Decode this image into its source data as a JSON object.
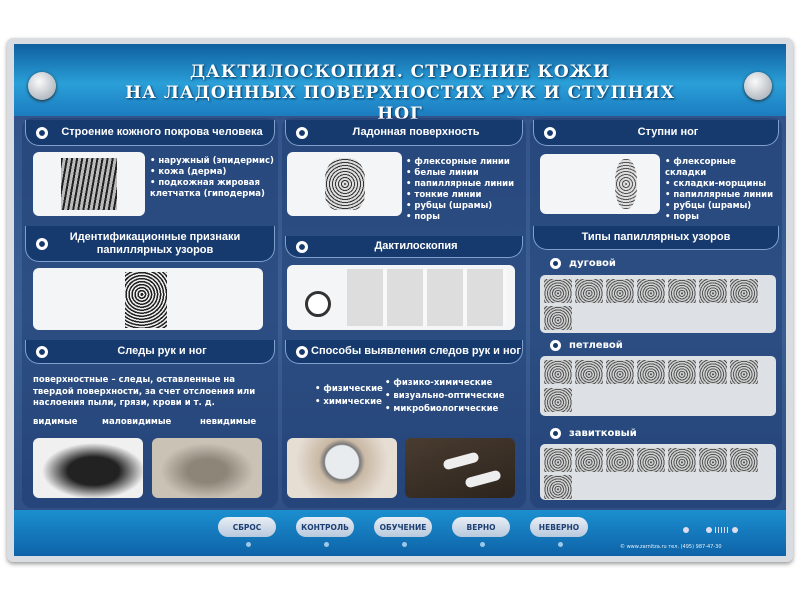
{
  "title": {
    "line1": "ДАКТИЛОСКОПИЯ. СТРОЕНИЕ КОЖИ",
    "line2": "НА ЛАДОННЫХ ПОВЕРХНОСТЯХ РУК И СТУПНЯХ НОГ"
  },
  "left": {
    "skin": {
      "title": "Строение кожного покрова человека",
      "items": [
        "наружный (эпидермис)",
        "кожа (дерма)",
        "подкожная жировая клетчатка (гиподерма)"
      ]
    },
    "ident": {
      "title": "Идентификационные признаки папиллярных узоров"
    },
    "traces": {
      "title": "Следы рук и ног",
      "text": "поверхностные – следы, оставленные на твердой поверхности, за счет отслоения или наслоения пыли, грязи, крови и т. д.",
      "types": [
        "видимые",
        "маловидимые",
        "невидимые"
      ]
    }
  },
  "middle": {
    "palm": {
      "title": "Ладонная поверхность",
      "items": [
        "флексорные линии",
        "белые линии",
        "папиллярные линии",
        "тонкие линии",
        "рубцы (шрамы)",
        "поры"
      ]
    },
    "dactyl": {
      "title": "Дактилоскопия"
    },
    "methods": {
      "title": "Способы выявления следов рук и ног",
      "col1": [
        "физические",
        "химические"
      ],
      "col2": [
        "физико-химические",
        "визуально-оптические",
        "микробиологические"
      ]
    }
  },
  "right": {
    "feet": {
      "title": "Ступни ног",
      "items": [
        "флексорные складки",
        "складки-морщины",
        "папиллярные линии",
        "рубцы (шрамы)",
        "поры"
      ]
    },
    "patterns": {
      "title": "Типы папиллярных узоров",
      "types": [
        "дуговой",
        "петлевой",
        "завитковый"
      ]
    }
  },
  "controls": {
    "buttons": [
      "СБРОС",
      "КОНТРОЛЬ",
      "ОБУЧЕНИЕ",
      "ВЕРНО",
      "НЕВЕРНО"
    ],
    "footer": "© www.zarnitza.ru тел. (495) 987-47-30"
  },
  "colors": {
    "board": "#2e4f86",
    "header": "#163a6e",
    "band": "#2a9fd8"
  }
}
